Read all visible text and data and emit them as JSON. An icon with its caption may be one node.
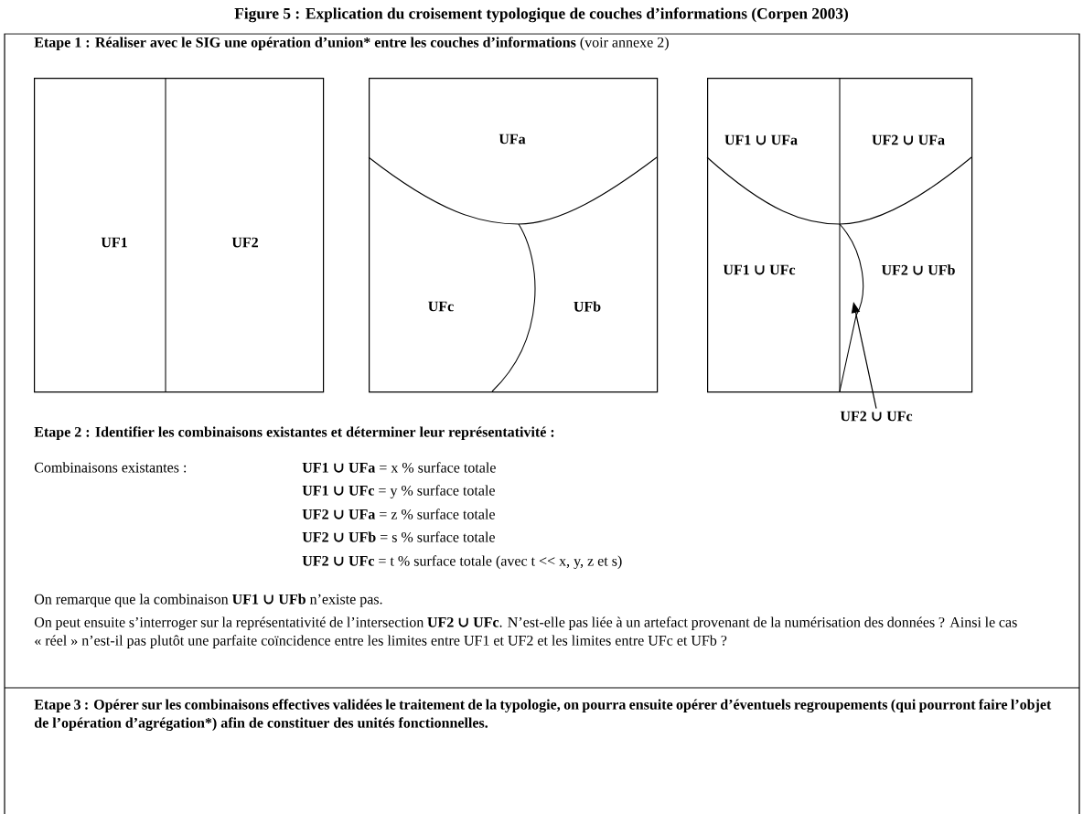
{
  "diagram": {
    "title": "Figure 5 : Explication du croisement typologique de couches d’informations (Corpen 2003)",
    "nodes": [
      {
        "text": [
          "UF1",
          "UF2"
        ]
      },
      {
        "text": [
          "UFa",
          "UFc",
          "UFb"
        ]
      },
      {
        "text": [
          "UF1 ∪ UFa",
          "UF2 ∪ UFa",
          "UF1 ∪ UFc",
          "UF2 ∪ UFb"
        ]
      },
      {
        "text": [
          "UF2 ∪ UFc"
        ]
      }
    ],
    "edges": [
      {
        "from": 3,
        "to": 2,
        "arrow": "to"
      }
    ],
    "labels": [
      "**Etape 1 : Réaliser avec le SIG une opération d’union* entre les couches d’informations** (voir annexe 2)",
      "Etape 2 : Identifier les combinaisons existantes et déterminer leur représentativité :",
      "Combinaisons existantes :",
      "**UF1 ∪ UFa** = x % surface totale",
      "**UF1 ∪ UFc** = y % surface totale",
      "**UF2 ∪ UFa** = z % surface totale",
      "**UF2 ∪ UFb** = s % surface totale",
      "**UF2 ∪ UFc** = t % surface totale   (avec t << x, y, z et s)",
      "On remarque que la combinaison **UF1 ∪ UFb** n’existe pas.",
      "On peut ensuite s’interroger sur la représentativité de l’intersection **UF2 ∪ UFc**. N’est-elle pas liée à un artefact provenant de la numérisation des données ? Ainsi le cas « réel » n’est-il pas plutôt une parfaite coïncidence entre les limites entre UF1 et UF2 et les limites entre UFc et UFb ?",
      "Etape 3 : Opérer sur les combinaisons effectives validées le traitement de la typologie, on pourra ensuite opérer d’éventuels regroupements (qui pourront faire l’objet de l’opération d’agrégation*) afin de constituer des unités fonctionnelles."
    ]
  }
}
